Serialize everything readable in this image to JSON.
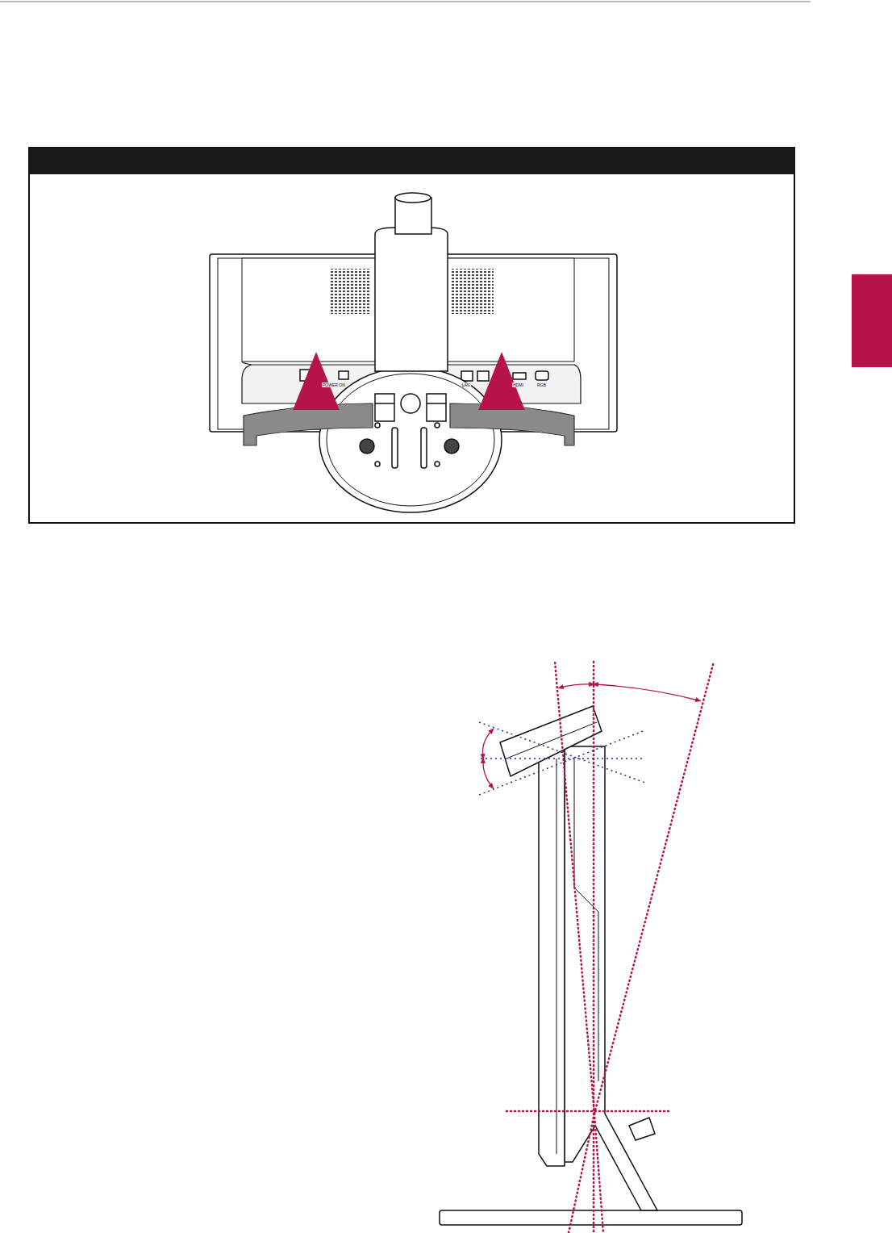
{
  "diagram": {
    "labels": [
      "POWER ON",
      "LAN",
      "HDMI",
      "RGB"
    ]
  }
}
